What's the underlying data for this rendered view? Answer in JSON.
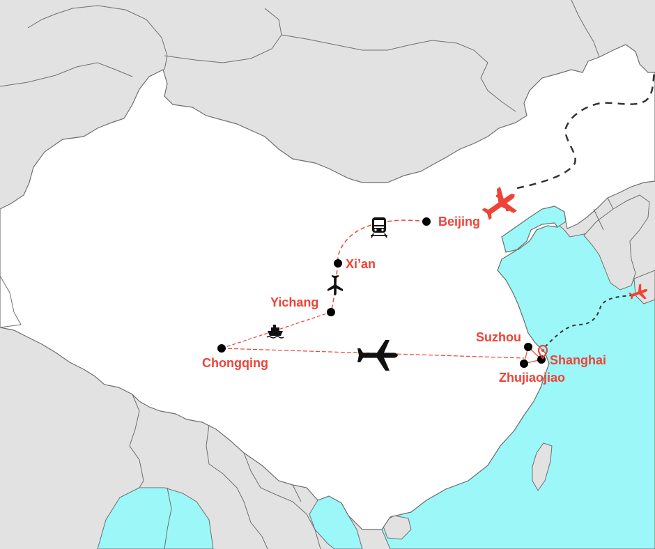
{
  "map": {
    "colors": {
      "sea": "#9cf7f8",
      "foreign_land": "#e2e2e2",
      "china": "#ffffff",
      "border": "#6e6e6e",
      "route": "#ee4336",
      "label": "#ee4336",
      "marker": "#000000",
      "flight_path": "#333333"
    },
    "cities": [
      {
        "id": "beijing",
        "label": "Beijing"
      },
      {
        "id": "xian",
        "label": "Xi’an"
      },
      {
        "id": "yichang",
        "label": "Yichang"
      },
      {
        "id": "chongqing",
        "label": "Chongqing"
      },
      {
        "id": "suzhou",
        "label": "Suzhou"
      },
      {
        "id": "shanghai",
        "label": "Shanghai"
      },
      {
        "id": "zhujiaojiao",
        "label": "Zhujiaojiao"
      }
    ],
    "transport_icons": [
      {
        "id": "train",
        "icon": "train-icon",
        "leg": "Beijing to Xi’an"
      },
      {
        "id": "flight-xian",
        "icon": "airplane-icon",
        "leg": "Xi’an to Yichang"
      },
      {
        "id": "cruise",
        "icon": "ship-icon",
        "leg": "Yichang to Chongqing"
      },
      {
        "id": "flight-shanghai",
        "icon": "airplane-icon",
        "leg": "Chongqing to Shanghai"
      }
    ],
    "arrival_icon": "airplane-arrival-icon",
    "departure_icon": "airplane-departure-icon",
    "pin_icon": "location-pin-icon"
  }
}
